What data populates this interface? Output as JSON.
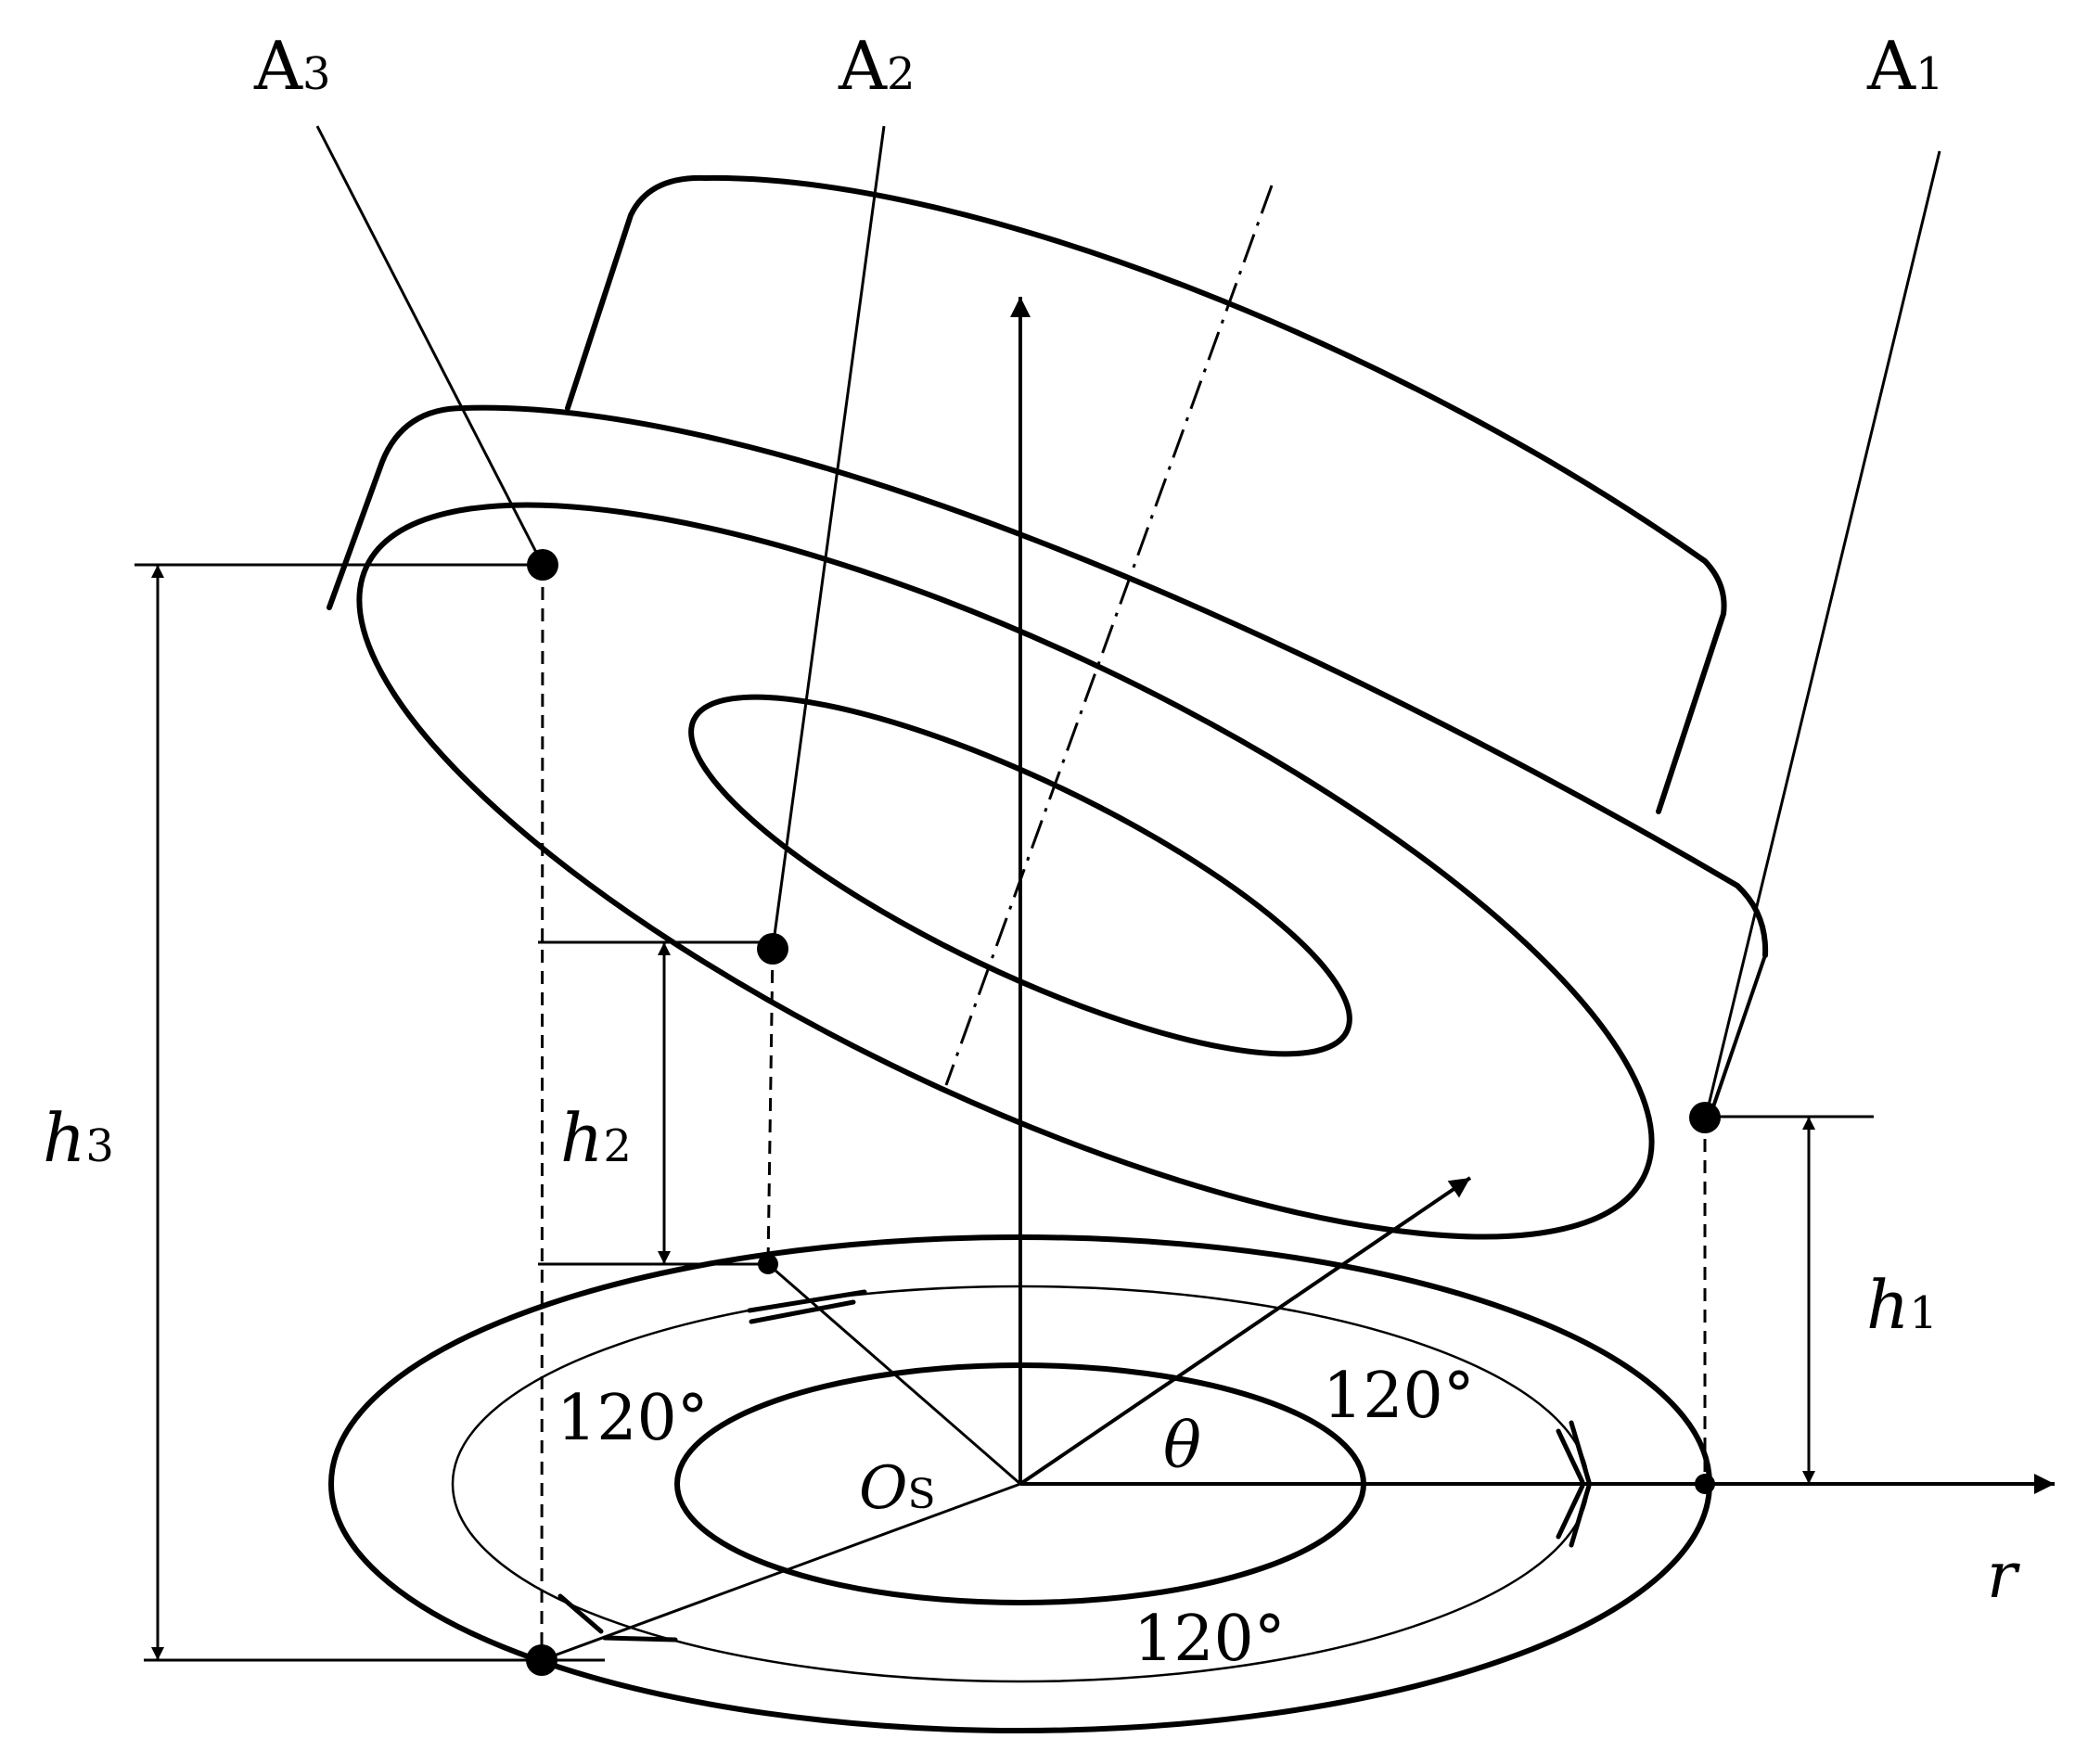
{
  "points": {
    "A1": {
      "letter": "A",
      "index": "1"
    },
    "A2": {
      "letter": "A",
      "index": "2"
    },
    "A3": {
      "letter": "A",
      "index": "3"
    }
  },
  "heights": {
    "h1": {
      "symbol": "h",
      "index": "1"
    },
    "h2": {
      "symbol": "h",
      "index": "2"
    },
    "h3": {
      "symbol": "h",
      "index": "3"
    }
  },
  "angles": {
    "upper_left": "120°",
    "upper_right": "120°",
    "bottom": "120°",
    "theta": "θ"
  },
  "origin": {
    "symbol": "O",
    "subscript": "S"
  },
  "axis": {
    "radial": "r"
  },
  "colors": {
    "ink": "#000000",
    "background": "#ffffff"
  }
}
